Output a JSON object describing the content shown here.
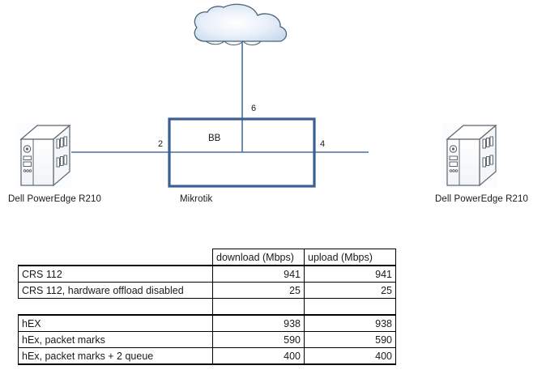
{
  "diagram": {
    "cloud": {
      "name": "internet-cloud"
    },
    "nodes": [
      {
        "id": "server-left",
        "label": "Dell PowerEdge R210"
      },
      {
        "id": "router",
        "label": "Mikrotik",
        "inner_label": "BB"
      },
      {
        "id": "server-right",
        "label": "Dell PowerEdge R210"
      }
    ],
    "ports": [
      {
        "id": "port-2",
        "label": "2"
      },
      {
        "id": "port-4",
        "label": "4"
      },
      {
        "id": "port-6",
        "label": "6"
      }
    ],
    "colors": {
      "line": "#4a6f9e",
      "router_border": "#3a5f95",
      "server_outline": "#5a6570",
      "cloud_outline": "#4a6374"
    }
  },
  "table": {
    "headers": [
      "",
      "download (Mbps)",
      "upload (Mbps)"
    ],
    "rows": [
      {
        "name": "CRS 112",
        "download": "941",
        "upload": "941",
        "spacer": false
      },
      {
        "name": "CRS 112, hardware offload disabled",
        "download": "25",
        "upload": "25",
        "spacer": false
      },
      {
        "name": "",
        "download": "",
        "upload": "",
        "spacer": true
      },
      {
        "name": "hEX",
        "download": "938",
        "upload": "938",
        "spacer": false
      },
      {
        "name": "hEx, packet marks",
        "download": "590",
        "upload": "590",
        "spacer": false
      },
      {
        "name": "hEx, packet marks + 2 queue",
        "download": "400",
        "upload": "400",
        "spacer": false
      }
    ]
  }
}
